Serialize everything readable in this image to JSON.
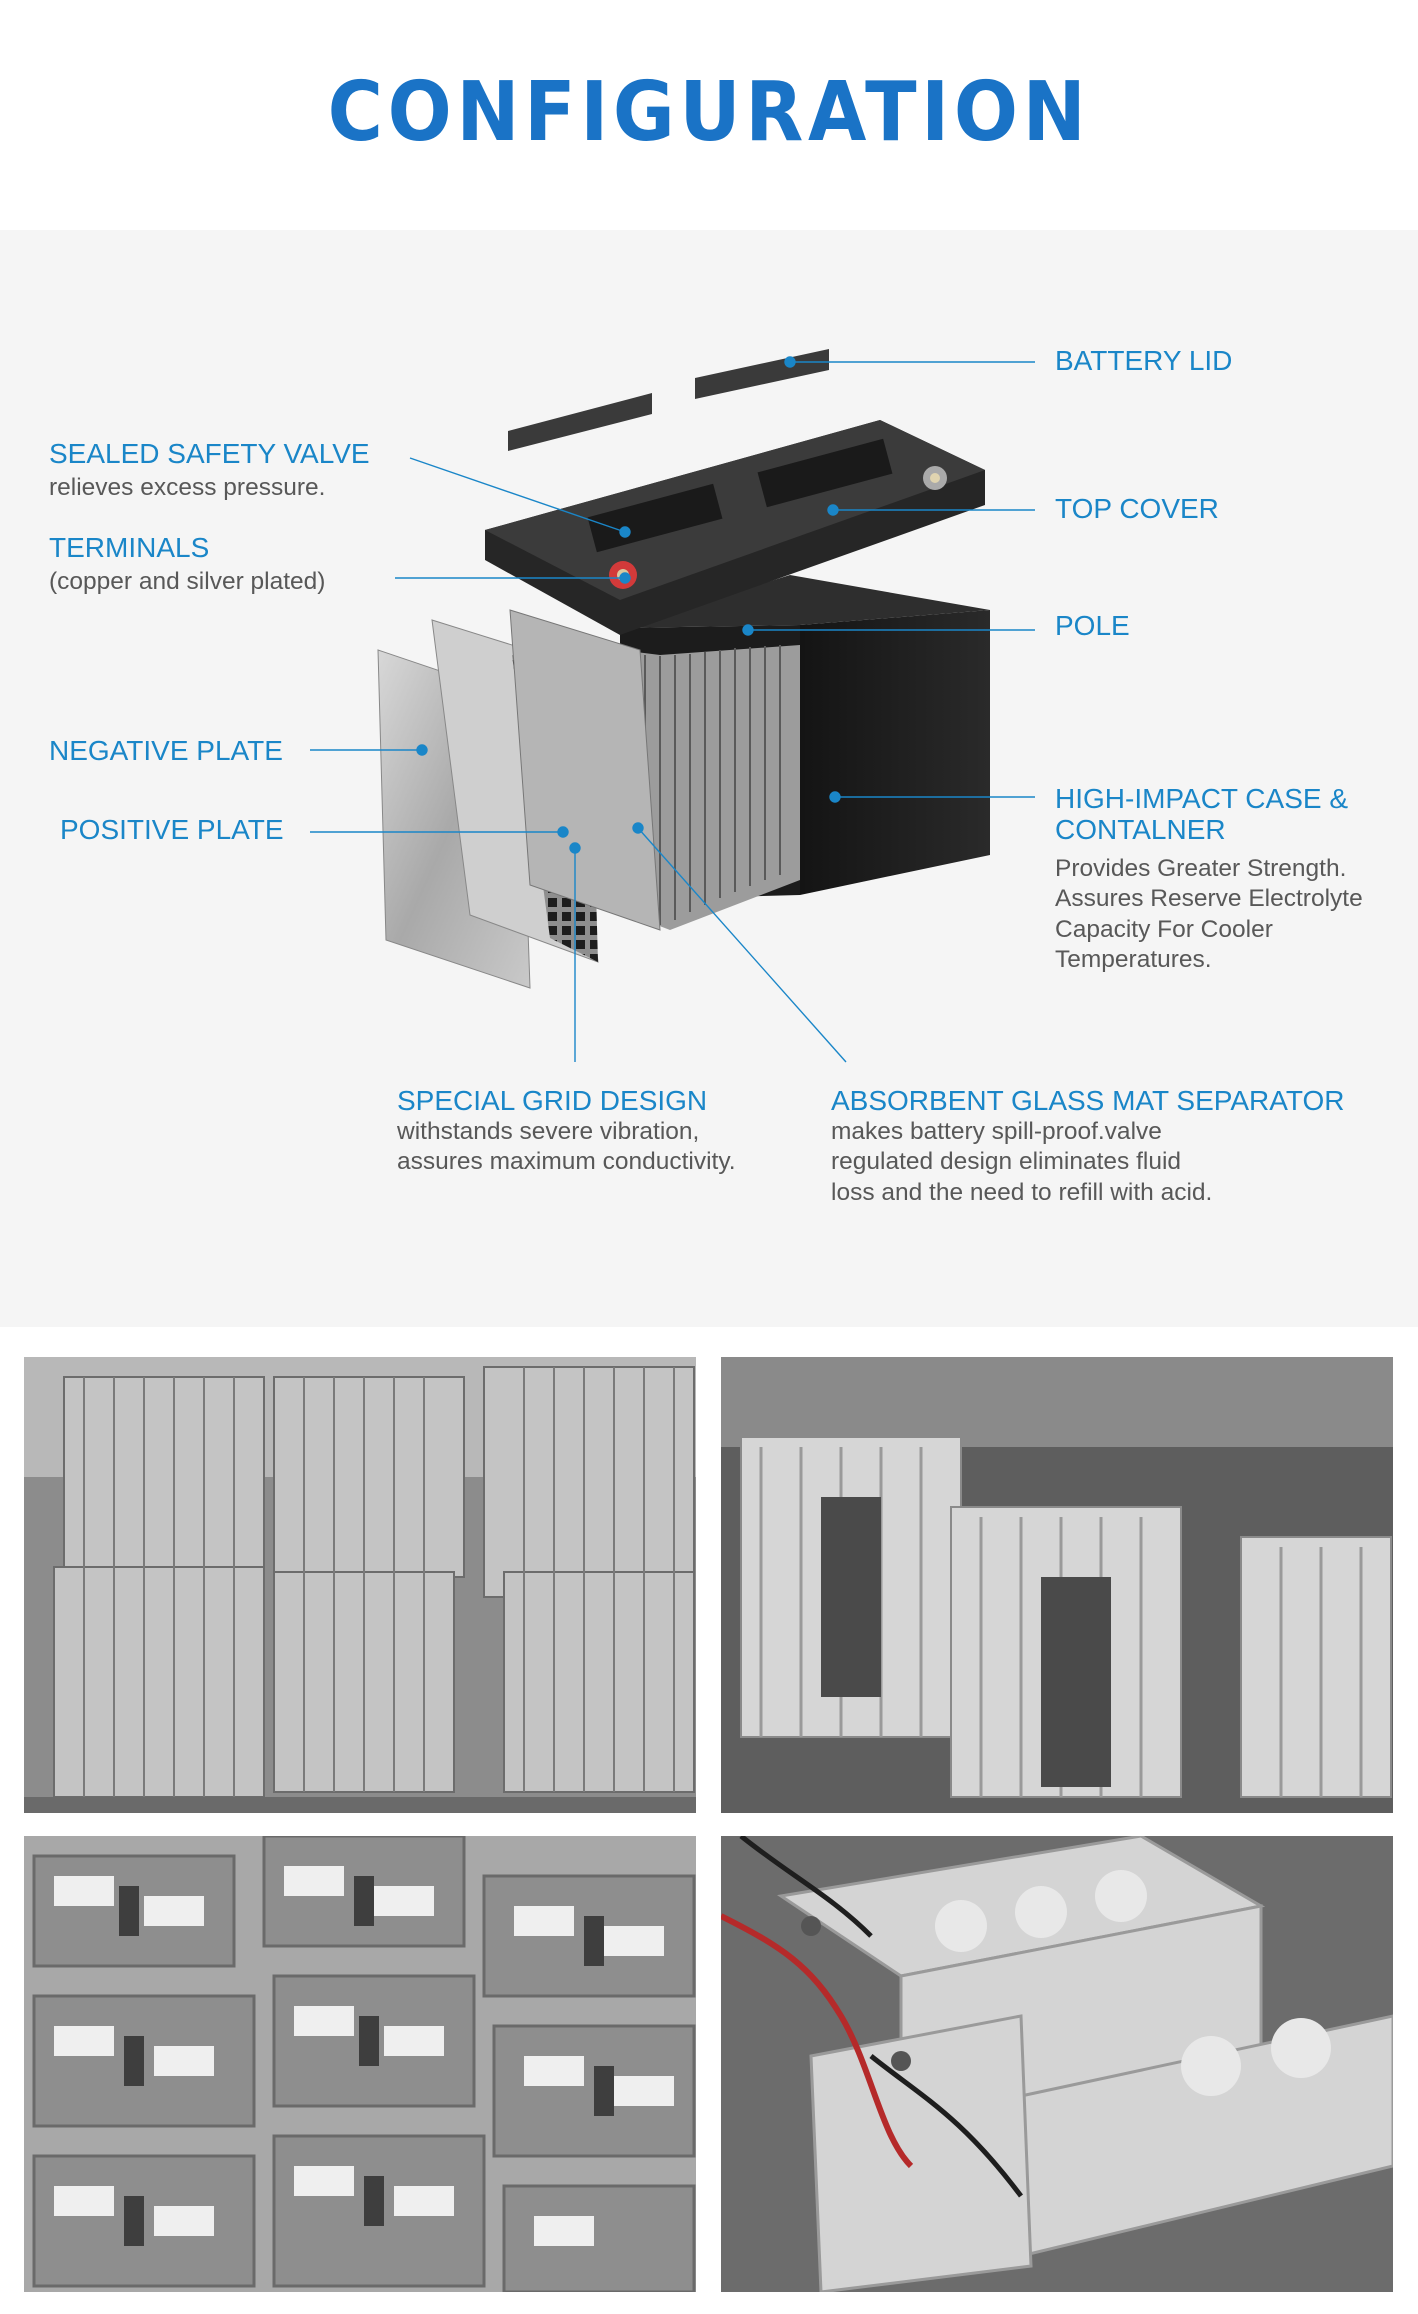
{
  "title": "CONFIGURATION",
  "colors": {
    "accent": "#1a86c8",
    "title": "#1a73c6",
    "text": "#585858",
    "panel": "#f5f5f5"
  },
  "labels": {
    "battery_lid": "BATTERY LID",
    "top_cover": "TOP COVER",
    "pole": "POLE",
    "case": [
      "HIGH-IMPACT CASE &",
      "CONTALNER"
    ],
    "case_desc": [
      "Provides Greater Strength.",
      "Assures Reserve Electrolyte",
      "Capacity For Cooler",
      "Temperatures."
    ],
    "sealed_valve": "SEALED SAFETY VALVE",
    "sealed_valve_desc": "relieves excess pressure.",
    "terminals": "TERMINALS",
    "terminals_desc": "(copper and silver plated)",
    "negative_plate": "NEGATIVE PLATE",
    "positive_plate": "POSITIVE PLATE",
    "grid": "SPECIAL GRID DESIGN",
    "grid_desc": [
      "withstands severe vibration,",
      "assures maximum conductivity."
    ],
    "agm": "ABSORBENT GLASS MAT SEPARATOR",
    "agm_desc": [
      "makes battery spill-proof.valve",
      "regulated design eliminates fluid",
      "loss and the need to refill with acid."
    ]
  },
  "photos": [
    "plate-stacks-photo",
    "grouped-plates-photo",
    "battery-trays-photo",
    "assembled-batteries-photo"
  ]
}
